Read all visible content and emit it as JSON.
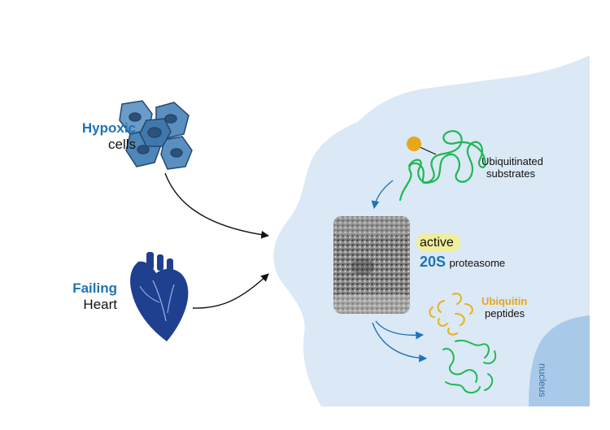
{
  "left_inputs": {
    "hypoxic": {
      "emph": "Hypoxic",
      "rest": "cells"
    },
    "failing": {
      "emph": "Failing",
      "rest": "Heart"
    }
  },
  "cell_region": {
    "substrates": {
      "line1": "Ubiquitinated",
      "line2": "substrates"
    },
    "proteasome": {
      "active": "active",
      "name": "20S",
      "rest": "proteasome"
    },
    "peptides": {
      "emph": "Ubiquitin",
      "rest": "peptides"
    },
    "nucleus": "nucleus"
  },
  "colors": {
    "cytoplasm": "#dbe8f5",
    "nucleus": "#a9c9e8",
    "accent_blue": "#1e73b8",
    "heart": "#1f3f8f",
    "cells": "#4d86b8",
    "green_chain": "#1db954",
    "ubiquitin_orange": "#e6a817",
    "active_highlight": "#f1ee9c"
  }
}
